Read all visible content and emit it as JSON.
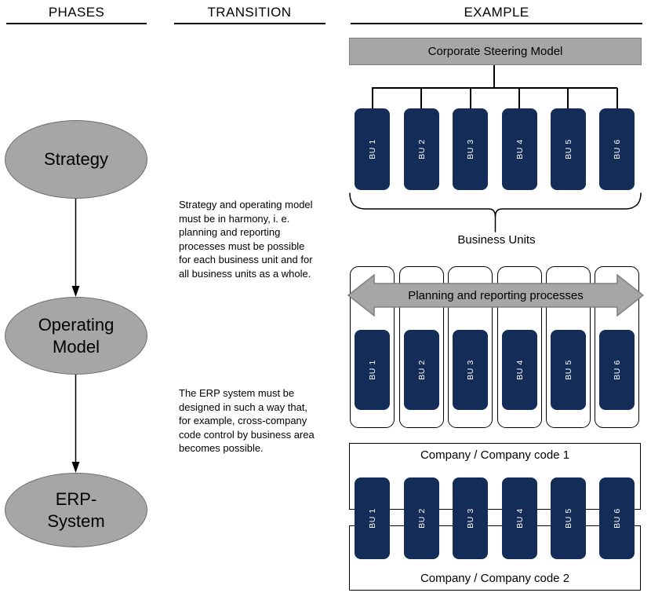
{
  "headers": {
    "phases": "PHASES",
    "transition": "TRANSITION",
    "example": "EXAMPLE"
  },
  "phases": [
    {
      "lines": [
        "Strategy"
      ]
    },
    {
      "lines": [
        "Operating",
        "Model"
      ]
    },
    {
      "lines": [
        "ERP-",
        "System"
      ]
    }
  ],
  "transition": {
    "note1": "Strategy and operating model\nmust be in harmony, i. e.\nplanning and reporting\nprocesses must be possible\nfor each business unit and for\nall business units as a whole.",
    "note2": "The ERP system must be\ndesigned in such a way that,\nfor example, cross-company\ncode control by business area\nbecomes possible."
  },
  "example": {
    "steering_model_label": "Corporate Steering Model",
    "business_units": [
      "BU 1",
      "BU 2",
      "BU 3",
      "BU 4",
      "BU 5",
      "BU 6"
    ],
    "brace_label": "Business Units",
    "process_arrow_label": "Planning and reporting processes",
    "companies": [
      "Company / Company code 1",
      "Company / Company code 2"
    ]
  },
  "colors": {
    "navy": "#132D58",
    "gray_fill": "#A6A6A6",
    "gray_border": "#7F7F7F",
    "line_black": "#000000"
  }
}
